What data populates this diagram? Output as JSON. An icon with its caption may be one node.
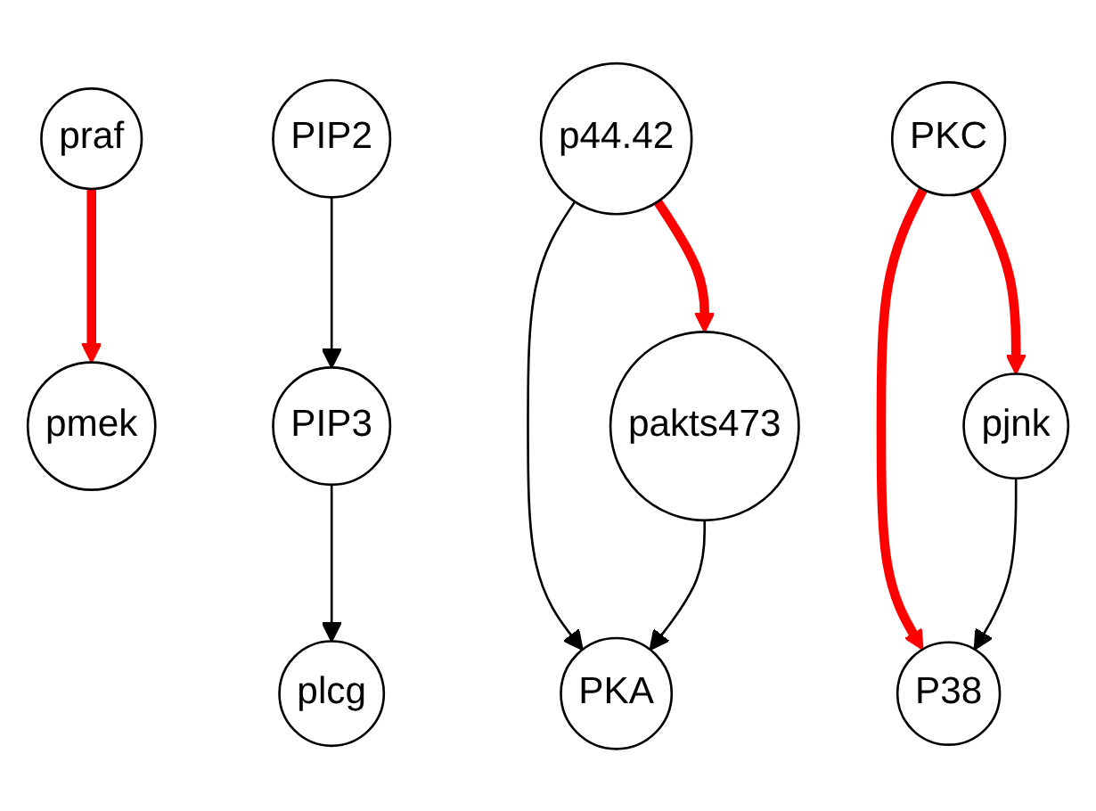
{
  "diagram": {
    "nodes": [
      {
        "text": [
          "praf"
        ]
      },
      {
        "text": [
          "PIP2"
        ]
      },
      {
        "text": [
          "p44.42"
        ]
      },
      {
        "text": [
          "PKC"
        ]
      },
      {
        "text": [
          "pmek"
        ]
      },
      {
        "text": [
          "PIP3"
        ]
      },
      {
        "text": [
          "pakts473"
        ]
      },
      {
        "text": [
          "pjnk"
        ]
      },
      {
        "text": [
          "plcg"
        ]
      },
      {
        "text": [
          "PKA"
        ]
      },
      {
        "text": [
          "P38"
        ]
      }
    ],
    "edges": [
      {
        "from": 0,
        "to": 4,
        "arrow": "to",
        "style": "thick",
        "color": "#ff0000"
      },
      {
        "from": 1,
        "to": 5,
        "arrow": "to"
      },
      {
        "from": 2,
        "to": 6,
        "arrow": "to",
        "style": "thick",
        "color": "#ff0000"
      },
      {
        "from": 2,
        "to": 9,
        "arrow": "to"
      },
      {
        "from": 3,
        "to": 10,
        "arrow": "to",
        "style": "thick",
        "color": "#ff0000"
      },
      {
        "from": 3,
        "to": 7,
        "arrow": "to",
        "style": "thick",
        "color": "#ff0000"
      },
      {
        "from": 5,
        "to": 8,
        "arrow": "to"
      },
      {
        "from": 6,
        "to": 9,
        "arrow": "to"
      },
      {
        "from": 7,
        "to": 10,
        "arrow": "to"
      }
    ]
  }
}
